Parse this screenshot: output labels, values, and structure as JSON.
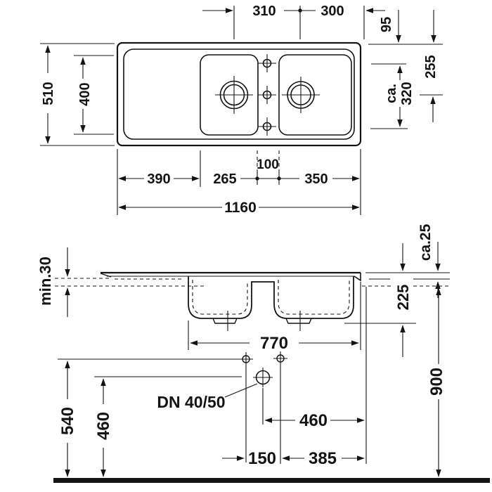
{
  "drawing": {
    "type": "sink-installation-technical-drawing",
    "line_color": "#141414",
    "background": "#ffffff"
  },
  "dims": {
    "d310": "310",
    "d300": "300",
    "d95": "95",
    "d255": "255",
    "ca": "ca.",
    "d320": "320",
    "d510": "510",
    "d400": "400",
    "d390": "390",
    "d265": "265",
    "d100": "100",
    "d350": "350",
    "d1160": "1160",
    "min30": "min.30",
    "ca25": "ca.25",
    "d225": "225",
    "d770": "770",
    "d900": "900",
    "d540": "540",
    "d460_wall": "460",
    "d460_floor": "460",
    "d150": "150",
    "d385": "385",
    "dn4050": "DN 40/50"
  }
}
